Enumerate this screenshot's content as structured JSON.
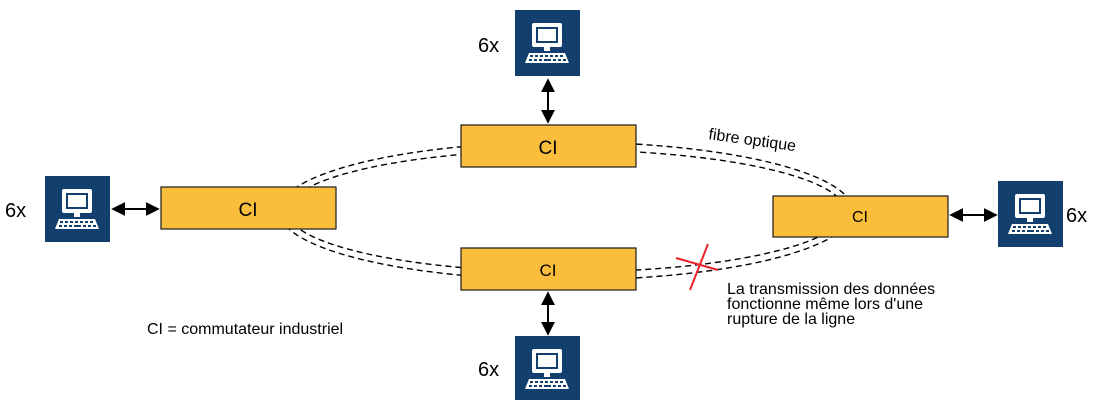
{
  "colors": {
    "switch_fill": "#FBBE3C",
    "switch_border": "#1a1a1a",
    "pc_bg": "#123F6E",
    "break_mark": "#E8242A",
    "line": "#000000"
  },
  "diagram": {
    "switches": [
      {
        "id": "top",
        "label": "CI"
      },
      {
        "id": "left",
        "label": "CI"
      },
      {
        "id": "right",
        "label": "CI"
      },
      {
        "id": "bottom",
        "label": "CI"
      }
    ],
    "pc_groups": [
      {
        "id": "top",
        "count_label": "6x",
        "icon": "computer-icon"
      },
      {
        "id": "left",
        "count_label": "6x",
        "icon": "computer-icon"
      },
      {
        "id": "right",
        "count_label": "6x",
        "icon": "computer-icon"
      },
      {
        "id": "bottom",
        "count_label": "6x",
        "icon": "computer-icon"
      }
    ],
    "fiber_label": "fibre optique",
    "break_note": [
      "La transmission des données",
      "fonctionne même lors d'une",
      "rupture de la ligne"
    ],
    "legend": "CI = commutateur industriel"
  }
}
